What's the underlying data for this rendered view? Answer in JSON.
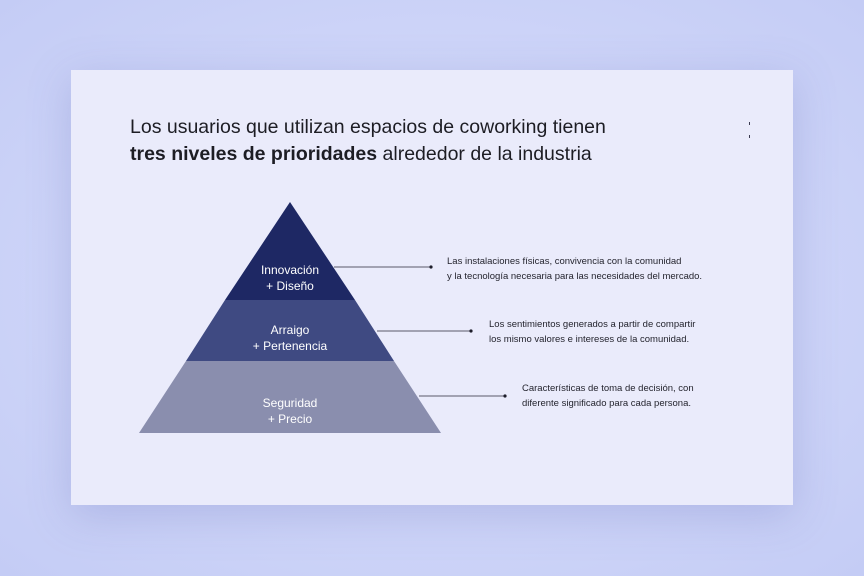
{
  "title": {
    "line1": "Los usuarios que utilizan espacios de coworking tienen",
    "line2_bold": "tres niveles de prioridades",
    "line2_rest": " alrededor de la industria"
  },
  "tiers": [
    {
      "label_line1": "Innovación",
      "label_line2": "+ Diseño",
      "description": [
        "Las instalaciones físicas, convivencia con la comunidad",
        "y la tecnología necesaria para las necesidades del mercado."
      ],
      "color": "#1e2864"
    },
    {
      "label_line1": "Arraigo",
      "label_line2": "+ Pertenencia",
      "description": [
        "Los sentimientos generados a partir de compartir",
        "los mismo valores e intereses de la comunidad."
      ],
      "color": "#3f4a82"
    },
    {
      "label_line1": "Seguridad",
      "label_line2": "+ Precio",
      "description": [
        "Características de toma de decisión, con",
        "diferente significado para cada persona."
      ],
      "color": "#8a8eae"
    }
  ]
}
